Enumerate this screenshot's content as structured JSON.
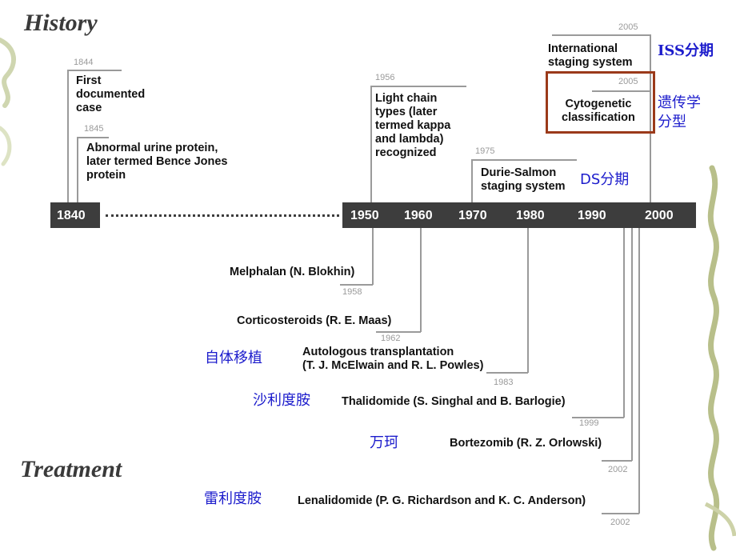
{
  "titles": {
    "history": "History",
    "treatment": "Treatment"
  },
  "timeline": {
    "start_decade": "1840",
    "decades": [
      "1950",
      "1960",
      "1970",
      "1980",
      "1990",
      "2000"
    ]
  },
  "history_events": [
    {
      "year": "1844",
      "text": "First\ndocumented\ncase"
    },
    {
      "year": "1845",
      "text": "Abnormal urine protein,\nlater termed Bence Jones\nprotein"
    },
    {
      "year": "1956",
      "text": "Light chain\ntypes (later\ntermed kappa\nand lambda)\nrecognized"
    },
    {
      "year": "1975",
      "text": "Durie-Salmon\nstaging system"
    },
    {
      "year": "2005",
      "text": "International\nstaging system"
    },
    {
      "year": "2005",
      "text": "Cytogenetic\nclassification"
    }
  ],
  "treatment_events": [
    {
      "year": "1958",
      "text": "Melphalan (N. Blokhin)"
    },
    {
      "year": "1962",
      "text": "Corticosteroids (R. E. Maas)"
    },
    {
      "year": "1983",
      "text": "Autologous transplantation\n(T. J. McElwain and R. L. Powles)"
    },
    {
      "year": "1999",
      "text": "Thalidomide (S. Singhal and B. Barlogie)"
    },
    {
      "year": "2002",
      "text": "Bortezomib (R. Z. Orlowski)"
    },
    {
      "year": "2002",
      "text": "Lenalidomide (P. G. Richardson and K. C. Anderson)"
    }
  ],
  "annotations": {
    "iss": "ISS分期",
    "cytogenetic": "遗传学\n分型",
    "ds": "DS分期",
    "autologous": "自体移植",
    "thalidomide": "沙利度胺",
    "bortezomib": "万珂",
    "lenalidomide": "雷利度胺"
  },
  "colors": {
    "annotation_text": "#1c1ccc",
    "highlight_box": "#9b3a1a",
    "bar": "#3d3d3d",
    "connector": "#9a9a9a"
  }
}
